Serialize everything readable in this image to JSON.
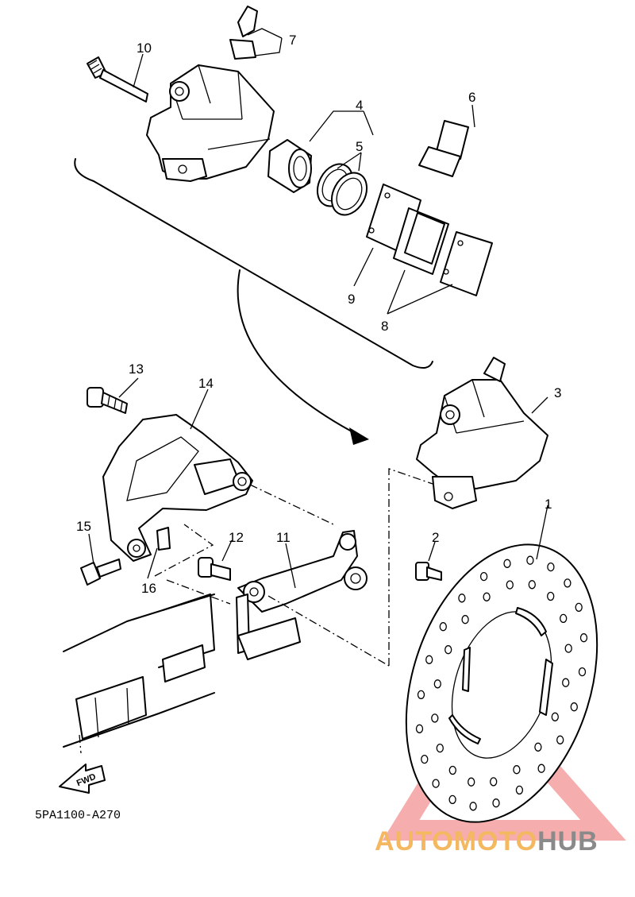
{
  "diagram": {
    "code": "5PA1100-A270",
    "fwd_label": "FWD",
    "callouts": {
      "c1": "1",
      "c2": "2",
      "c3": "3",
      "c4": "4",
      "c5": "5",
      "c6": "6",
      "c7": "7",
      "c8": "8",
      "c9": "9",
      "c10": "10",
      "c11": "11",
      "c12": "12",
      "c13": "13",
      "c14": "14",
      "c15": "15",
      "c16": "16"
    }
  },
  "watermark": {
    "part1": "AUTOMOTO",
    "part2": "HUB",
    "color_primary": "#f4b860",
    "color_secondary": "#8a8a8a",
    "triangle_color": "#e84a4a"
  }
}
